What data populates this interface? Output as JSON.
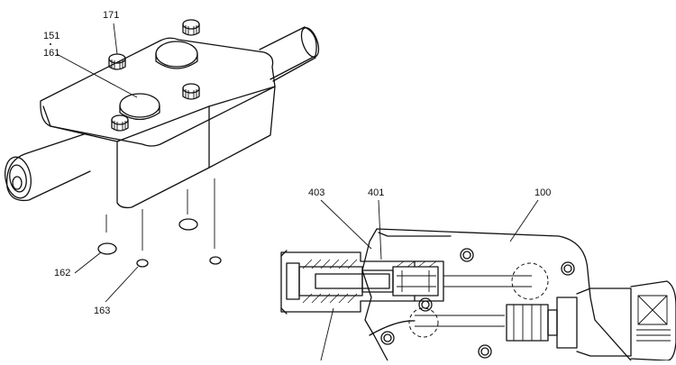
{
  "labels": {
    "p171": "171",
    "p151": "151",
    "p161": "161",
    "p162": "162",
    "p163": "163",
    "p403": "403",
    "p401": "401",
    "p100": "100"
  },
  "colors": {
    "ink": "#111111",
    "paper": "#ffffff"
  }
}
